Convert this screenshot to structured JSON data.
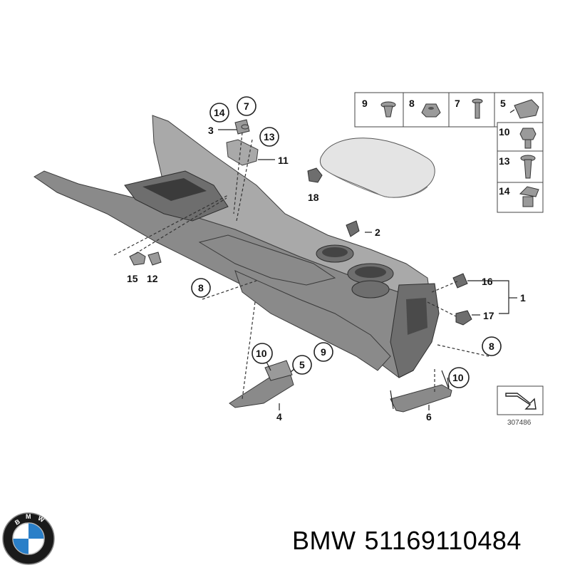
{
  "diagram": {
    "callouts": {
      "c14_top": "14",
      "c7_top": "7",
      "c3": "3",
      "c13_top": "13",
      "c11": "11",
      "c18": "18",
      "c2": "2",
      "c15": "15",
      "c12": "12",
      "c8_left": "8",
      "c16": "16",
      "c1": "1",
      "c17": "17",
      "c8_right": "8",
      "c10_left": "10",
      "c5_left": "5",
      "c9_left": "9",
      "c4": "4",
      "c10_right": "10",
      "c6": "6"
    },
    "legend": {
      "row_top": [
        "9",
        "8",
        "7",
        "5"
      ],
      "column_right": [
        "10",
        "13",
        "14"
      ]
    },
    "ref_number": "307486"
  },
  "footer": {
    "brand": "BMW",
    "part_number": "51169110484"
  }
}
